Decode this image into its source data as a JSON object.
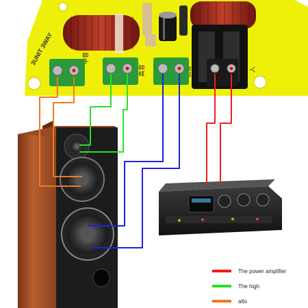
{
  "board": {
    "model_text": "3UNIT 3WAY",
    "label_mid": "中音",
    "label_high": "高音",
    "label_low": "低音",
    "label_input": "入"
  },
  "legend": {
    "entries": [
      {
        "label": "The power amplifier",
        "color": "#f01c1c"
      },
      {
        "label": "The high",
        "color": "#28e028"
      },
      {
        "label": "alto",
        "color": "#f07820"
      },
      {
        "label": "",
        "color": "#2020e0"
      }
    ]
  },
  "colors": {
    "board": "#eef00a",
    "terminal_green": "#2a9a3a",
    "cabinet": "#b05a30",
    "amplifier_body": "#1c1c1c",
    "wire_red": "#f01c1c",
    "wire_green": "#28e028",
    "wire_orange": "#f07820",
    "wire_blue": "#2020e0"
  }
}
